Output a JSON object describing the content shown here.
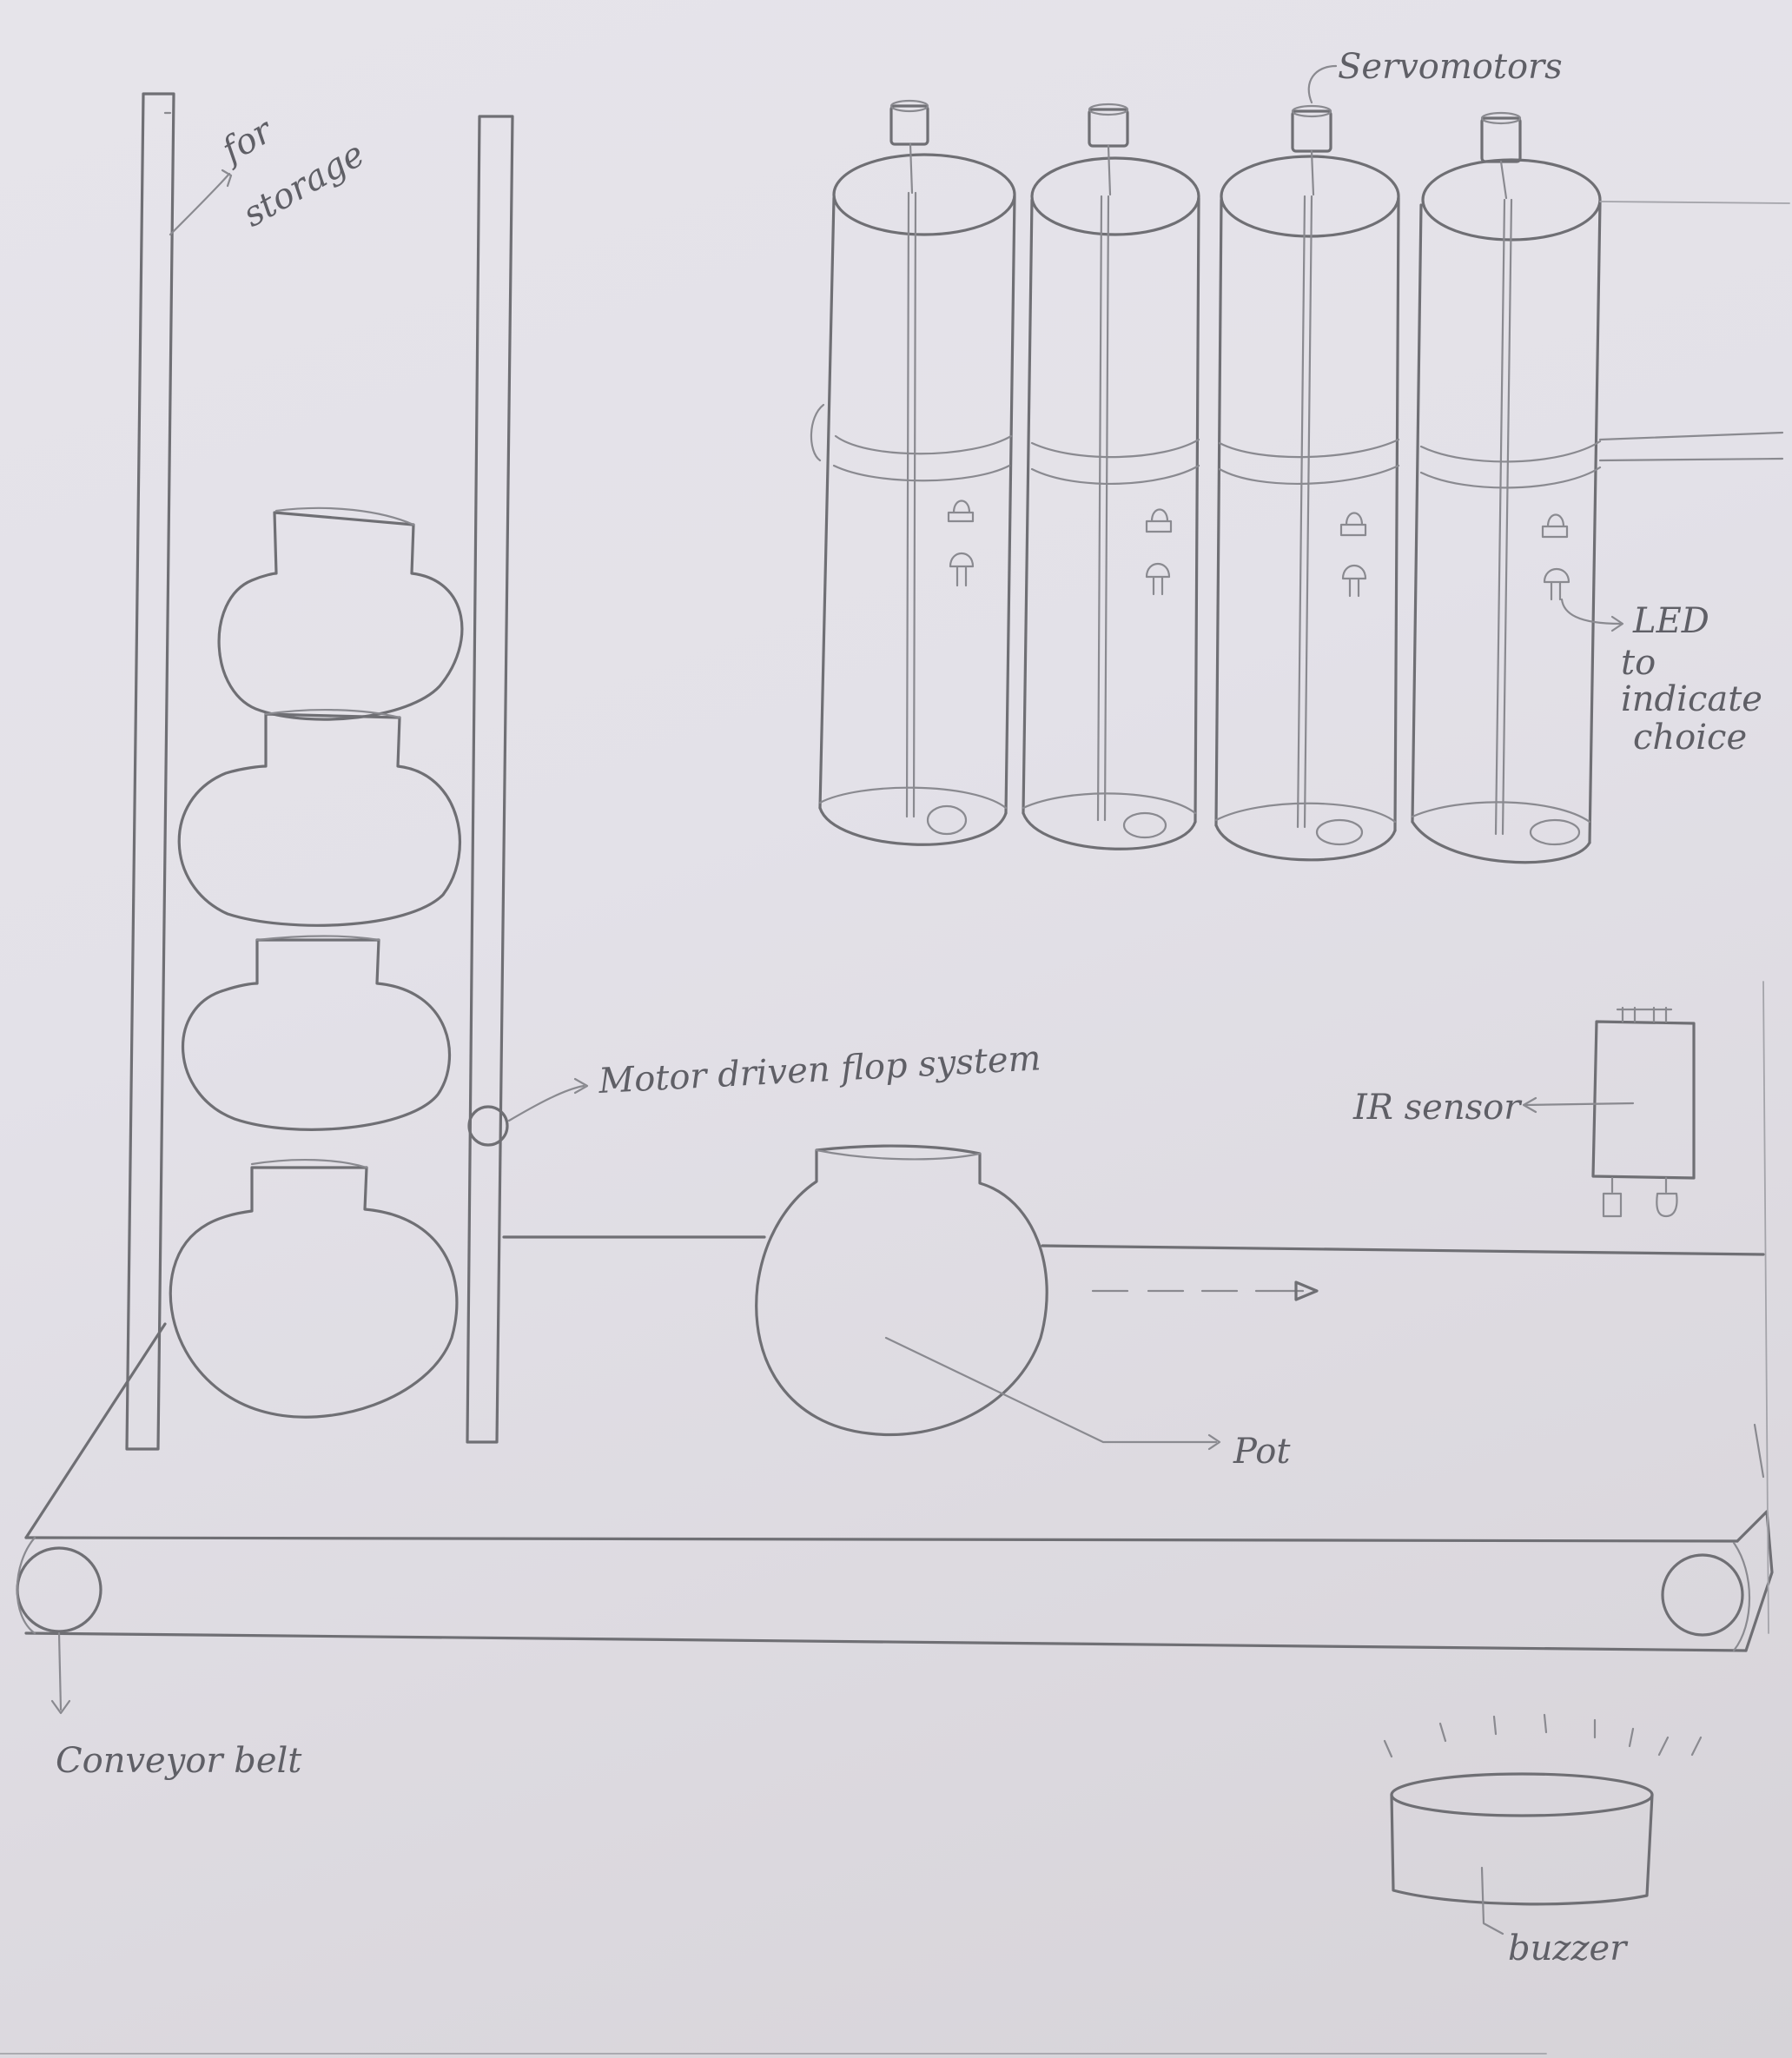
{
  "labels": {
    "storage": [
      "for",
      "storage"
    ],
    "servomotors": "Servomotors",
    "led": [
      "LED",
      "to",
      "indicate",
      "choice"
    ],
    "flop": "Motor driven flop system",
    "ir": "IR sensor",
    "pot": "Pot",
    "conveyor": "Conveyor belt",
    "buzzer": "buzzer"
  },
  "colors": {
    "paper": "#e4e2e8",
    "pencil": "#6f6f74"
  },
  "icons": [
    "led-icon",
    "sensor-icon",
    "servomotor-icon",
    "buzzer-icon",
    "arrow-icon"
  ]
}
